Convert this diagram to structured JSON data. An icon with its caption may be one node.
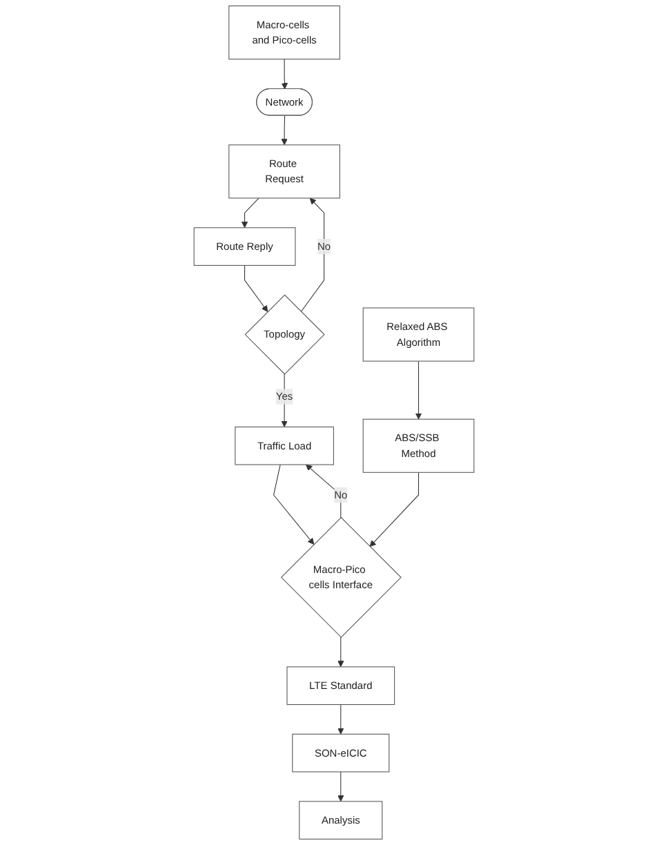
{
  "diagram": {
    "nodes": [
      {
        "text": [
          "Network"
        ]
      },
      {
        "text": [
          "Route Request"
        ]
      },
      {
        "text": [
          "Route Reply"
        ]
      },
      {
        "text": [
          "Macro-cells and Pico-cells"
        ]
      },
      {
        "text": [
          "Topology"
        ]
      },
      {
        "text": [
          "Traffic Load"
        ]
      },
      {
        "text": [
          "Macro-Pico cells Interface"
        ]
      },
      {
        "text": [
          "ABS/SSB Method"
        ]
      },
      {
        "text": [
          "Relaxed ABS Algorithm"
        ]
      },
      {
        "text": [
          "LTE Standard"
        ]
      },
      {
        "text": [
          "SON-eICIC"
        ]
      },
      {
        "text": [
          "Analysis"
        ]
      }
    ],
    "edges": [
      {
        "from": 3,
        "to": 0,
        "arrow": "to"
      },
      {
        "from": 0,
        "to": 1,
        "arrow": "to"
      },
      {
        "from": 1,
        "to": 2,
        "arrow": "to"
      },
      {
        "from": 2,
        "to": 4,
        "arrow": "to"
      },
      {
        "from": 4,
        "to": 1,
        "arrow": "to",
        "label": "No"
      },
      {
        "from": 4,
        "to": 5,
        "arrow": "to",
        "label": "Yes"
      },
      {
        "from": 5,
        "to": 6,
        "arrow": "to"
      },
      {
        "from": 6,
        "to": 5,
        "arrow": "to",
        "label": "No"
      },
      {
        "from": 8,
        "to": 7,
        "arrow": "to"
      },
      {
        "from": 7,
        "to": 6,
        "arrow": "to"
      },
      {
        "from": 6,
        "to": 9,
        "arrow": "to"
      },
      {
        "from": 9,
        "to": 10,
        "arrow": "to"
      },
      {
        "from": 10,
        "to": 11,
        "arrow": "to"
      }
    ]
  }
}
